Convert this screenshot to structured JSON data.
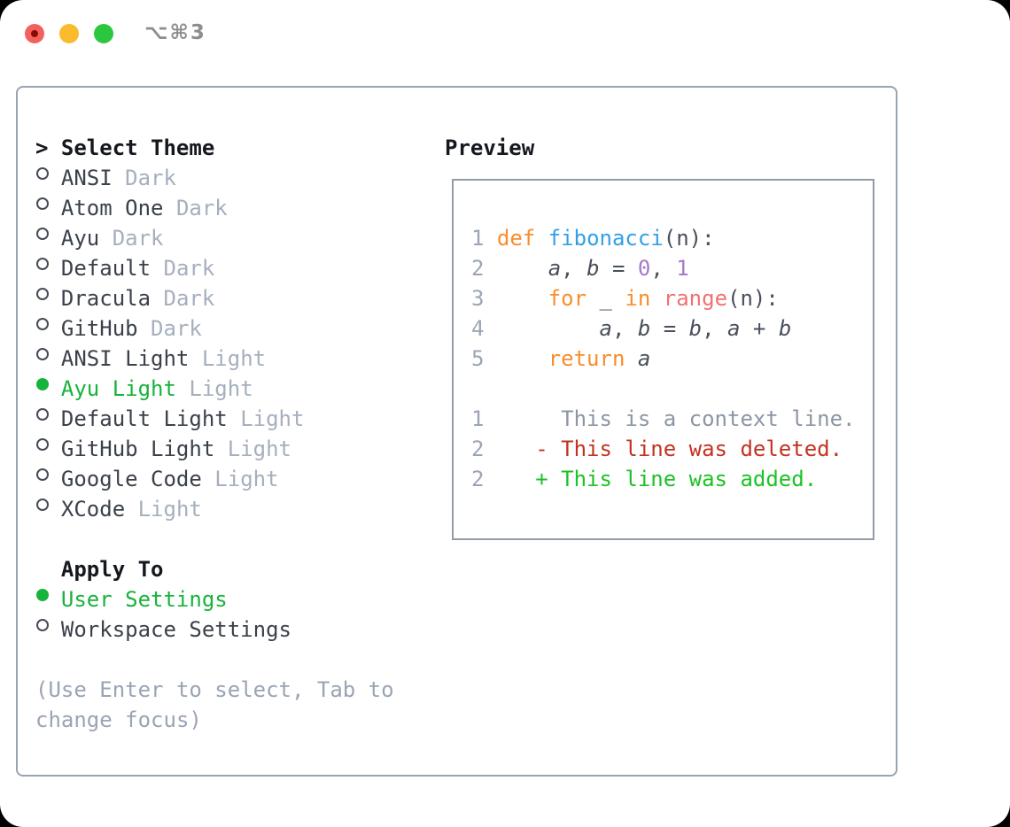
{
  "window": {
    "title": "⌥⌘3",
    "traffic_lights": [
      "close",
      "minimize",
      "zoom"
    ]
  },
  "theme_panel": {
    "header": {
      "prompt": ">",
      "label": "Select Theme"
    },
    "themes": [
      {
        "name": "ANSI",
        "type": "Dark",
        "selected": false
      },
      {
        "name": "Atom One",
        "type": "Dark",
        "selected": false
      },
      {
        "name": "Ayu",
        "type": "Dark",
        "selected": false
      },
      {
        "name": "Default",
        "type": "Dark",
        "selected": false
      },
      {
        "name": "Dracula",
        "type": "Dark",
        "selected": false
      },
      {
        "name": "GitHub",
        "type": "Dark",
        "selected": false
      },
      {
        "name": "ANSI Light",
        "type": "Light",
        "selected": false
      },
      {
        "name": "Ayu Light",
        "type": "Light",
        "selected": true
      },
      {
        "name": "Default Light",
        "type": "Light",
        "selected": false
      },
      {
        "name": "GitHub Light",
        "type": "Light",
        "selected": false
      },
      {
        "name": "Google Code",
        "type": "Light",
        "selected": false
      },
      {
        "name": "XCode",
        "type": "Light",
        "selected": false
      }
    ],
    "apply_to": {
      "label": "Apply To",
      "options": [
        {
          "label": "User Settings",
          "selected": true
        },
        {
          "label": "Workspace Settings",
          "selected": false
        }
      ]
    },
    "hint": "(Use Enter to select, Tab to change focus)"
  },
  "preview": {
    "label": "Preview",
    "code_lines": [
      {
        "no": "1",
        "tokens": [
          {
            "t": "def",
            "c": "keyword"
          },
          {
            "t": " ",
            "c": "plain"
          },
          {
            "t": "fibonacci",
            "c": "function"
          },
          {
            "t": "(n):",
            "c": "plain"
          }
        ]
      },
      {
        "no": "2",
        "tokens": [
          {
            "t": "    ",
            "c": "plain"
          },
          {
            "t": "a",
            "c": "variable"
          },
          {
            "t": ", ",
            "c": "plain"
          },
          {
            "t": "b",
            "c": "variable"
          },
          {
            "t": " = ",
            "c": "plain"
          },
          {
            "t": "0",
            "c": "number"
          },
          {
            "t": ", ",
            "c": "plain"
          },
          {
            "t": "1",
            "c": "number"
          }
        ]
      },
      {
        "no": "3",
        "tokens": [
          {
            "t": "    ",
            "c": "plain"
          },
          {
            "t": "for",
            "c": "keyword"
          },
          {
            "t": " _ ",
            "c": "plain"
          },
          {
            "t": "in",
            "c": "keyword"
          },
          {
            "t": " ",
            "c": "plain"
          },
          {
            "t": "range",
            "c": "call"
          },
          {
            "t": "(n):",
            "c": "plain"
          }
        ]
      },
      {
        "no": "4",
        "tokens": [
          {
            "t": "        ",
            "c": "plain"
          },
          {
            "t": "a",
            "c": "variable"
          },
          {
            "t": ", ",
            "c": "plain"
          },
          {
            "t": "b",
            "c": "variable"
          },
          {
            "t": " = ",
            "c": "plain"
          },
          {
            "t": "b",
            "c": "variable"
          },
          {
            "t": ", ",
            "c": "plain"
          },
          {
            "t": "a",
            "c": "variable"
          },
          {
            "t": " + ",
            "c": "plain"
          },
          {
            "t": "b",
            "c": "variable"
          }
        ]
      },
      {
        "no": "5",
        "tokens": [
          {
            "t": "    ",
            "c": "plain"
          },
          {
            "t": "return",
            "c": "keyword"
          },
          {
            "t": " ",
            "c": "plain"
          },
          {
            "t": "a",
            "c": "variable"
          }
        ]
      }
    ],
    "diff_lines": [
      {
        "no": "1",
        "kind": "context",
        "text": "     This is a context line."
      },
      {
        "no": "2",
        "kind": "deleted",
        "text": "   - This line was deleted."
      },
      {
        "no": "2",
        "kind": "added",
        "text": "   + This line was added."
      }
    ]
  },
  "colors": {
    "selected_green": "#17b33c",
    "added_green": "#1cc226",
    "deleted_red": "#c23321",
    "keyword_orange": "#f98d2b",
    "function_blue": "#339fe8",
    "number_purple": "#a37acc",
    "call_coral": "#f07171",
    "panel_border": "#99a3b2",
    "traffic_red": "#f4615c",
    "traffic_yellow": "#fbbb2e",
    "traffic_green": "#2bc73f"
  }
}
